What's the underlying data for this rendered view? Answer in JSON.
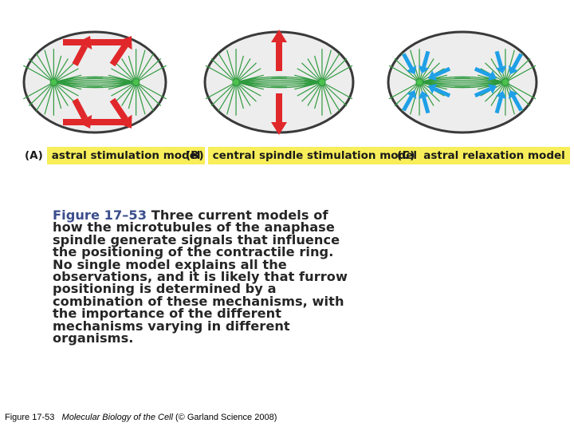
{
  "panels": [
    {
      "letter": "(A)",
      "name": "astral stimulation model",
      "arrow_type": "red-diagonal-push"
    },
    {
      "letter": "(B)",
      "name": "central spindle stimulation model",
      "arrow_type": "red-vertical-push"
    },
    {
      "letter": "(C)",
      "name": "astral relaxation model",
      "arrow_type": "blue-pull"
    }
  ],
  "caption": {
    "figure_number": "Figure 17–53",
    "lines": [
      "Three current models of",
      "how the microtubules of the anaphase",
      "spindle generate signals that influence",
      "the positioning of the contractile ring.",
      "No single model explains all the",
      "observations, and it is likely that furrow",
      "positioning is determined by a",
      "combination of these mechanisms, with",
      "the importance of the different",
      "mechanisms varying in different",
      "organisms."
    ]
  },
  "footer": {
    "prefix": "Figure 17-53",
    "book_title": "Molecular Biology of the Cell",
    "suffix": "(© Garland Science 2008)"
  },
  "colors": {
    "cell_fill": "#ededed",
    "cell_outline": "#3a3a3a",
    "microtubule": "#2f9a3e",
    "red_arrow": "#e0282b",
    "blue_arrow": "#1fa0e6",
    "label_highlight": "#f7ee5a"
  }
}
